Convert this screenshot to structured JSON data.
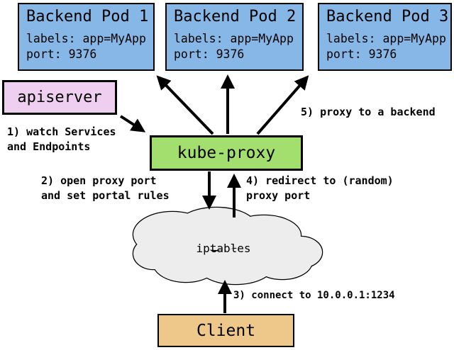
{
  "pods": [
    {
      "title": "Backend Pod 1",
      "labels": "labels: app=MyApp",
      "port": "port: 9376"
    },
    {
      "title": "Backend Pod 2",
      "labels": "labels: app=MyApp",
      "port": "port: 9376"
    },
    {
      "title": "Backend Pod 3",
      "labels": "labels: app=MyApp",
      "port": "port: 9376"
    }
  ],
  "apiserver": {
    "label": "apiserver"
  },
  "kube_proxy": {
    "label": "kube-proxy"
  },
  "iptables": {
    "label": "iptables"
  },
  "client": {
    "label": "Client"
  },
  "annotations": {
    "watch": {
      "lines": [
        "1) watch Services",
        "and Endpoints"
      ]
    },
    "open_port": {
      "lines": [
        "2) open proxy port",
        "and set portal rules"
      ]
    },
    "connect": {
      "lines": [
        "3) connect to 10.0.0.1:1234"
      ]
    },
    "redirect": {
      "lines": [
        "4) redirect to (random)",
        "proxy port"
      ]
    },
    "proxy_backend": {
      "lines": [
        "5) proxy to a backend"
      ]
    }
  },
  "colors": {
    "pod_fill": "#87B7E6",
    "apiserver_fill": "#EFCFF0",
    "kube_proxy_fill": "#A3DF6E",
    "iptables_fill": "#EDEDED",
    "client_fill": "#EDC88A",
    "line": "#000000",
    "background": "#FFFFFF"
  }
}
